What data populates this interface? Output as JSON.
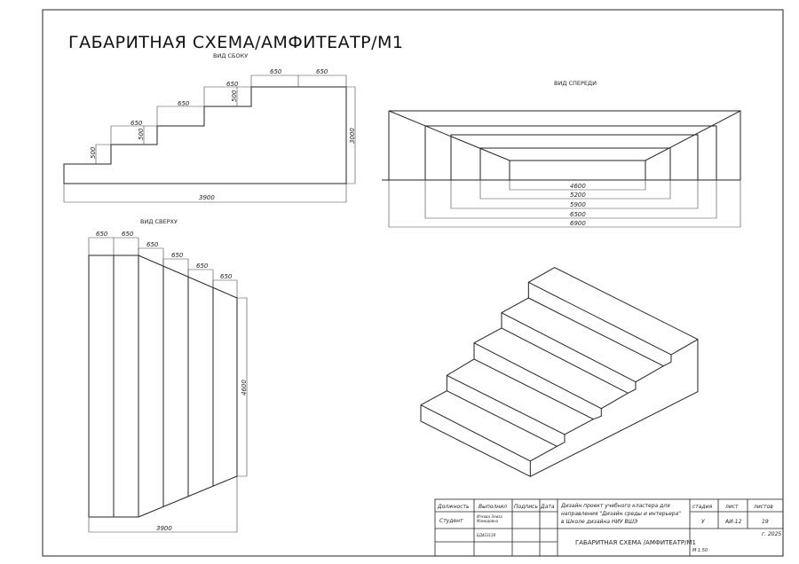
{
  "sheet_title": "ГАБАРИТНАЯ СХЕМА/АМФИТЕАТР/М1",
  "views": {
    "side": {
      "label": "ВИД СБОКУ",
      "dims": [
        "650",
        "650",
        "650",
        "500",
        "650",
        "650",
        "500",
        "500",
        "3000",
        "3900"
      ]
    },
    "front": {
      "label": "ВИД СПЕРЕДИ",
      "dims": [
        "4600",
        "5200",
        "5900",
        "6500",
        "6900"
      ]
    },
    "top": {
      "label": "ВИД СВЕРХУ",
      "dims": [
        "650",
        "650",
        "650",
        "650",
        "650",
        "650",
        "4600",
        "3900"
      ]
    }
  },
  "title_block": {
    "headers": {
      "position": "Должность",
      "performed": "Выполнил",
      "signature": "Подпись",
      "date": "Дата",
      "stage": "стадия",
      "sheet": "лист",
      "sheets": "листов"
    },
    "position_value": "Студент",
    "author_line1": "Иткова Элиза",
    "author_line2": "Мамедовна",
    "student_id": "БД423138",
    "project_line1": "Дизайн проект учебного кластера для",
    "project_line2": "направления \"Дизайн среды и интерьера\"",
    "project_line3": "в Школе дизайна НИУ ВШЭ",
    "stage_value": "У",
    "sheet_value": "АИ-12",
    "sheets_value": "19",
    "drawing_title": "ГАБАРИТНАЯ СХЕМА /АМФИТЕАТР/М1",
    "year": "г. 2025",
    "scale": "М 1:50"
  }
}
